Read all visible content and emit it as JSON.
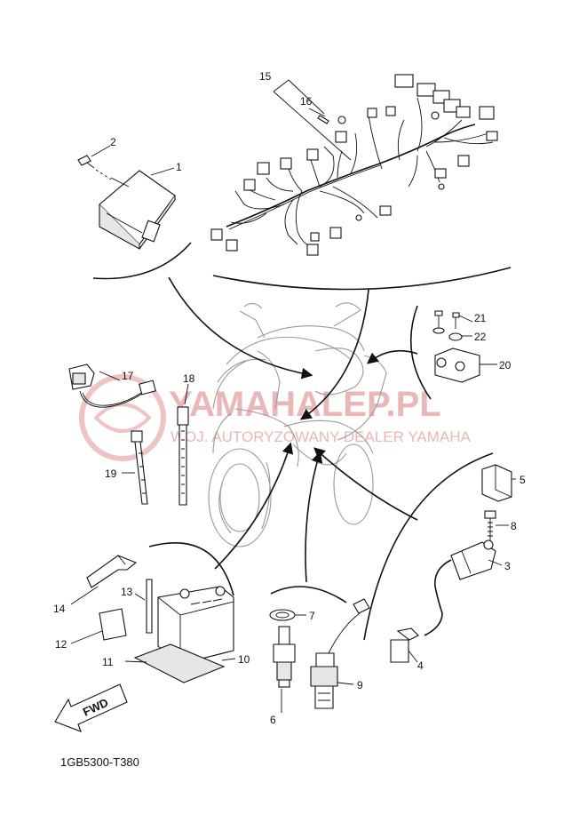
{
  "callouts": {
    "c1": "1",
    "c2": "2",
    "c3": "3",
    "c4": "4",
    "c5": "5",
    "c6": "6",
    "c7": "7",
    "c8": "8",
    "c9": "9",
    "c10": "10",
    "c11": "11",
    "c12": "12",
    "c13": "13",
    "c14": "14",
    "c15": "15",
    "c16": "16",
    "c17": "17",
    "c18": "18",
    "c19": "19",
    "c20": "20",
    "c21": "21",
    "c22": "22"
  },
  "watermark": {
    "brand": "YAMAHALEP.PL",
    "subtitle": "WOJ. AUTORYZOWANY DEALER YAMAHA",
    "color": "#e9b7b7"
  },
  "fwd_label": "FWD",
  "diagram_code": "1GB5300-T380"
}
